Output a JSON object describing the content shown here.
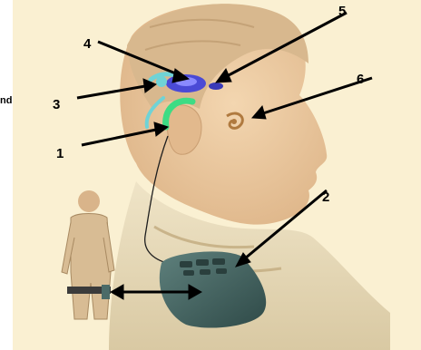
{
  "figure": {
    "edge_text": "nd",
    "callouts": [
      {
        "number": "1",
        "part": "microphone-headpiece"
      },
      {
        "number": "2",
        "part": "speech-processor"
      },
      {
        "number": "3",
        "part": "cable"
      },
      {
        "number": "4",
        "part": "transmitter-coil"
      },
      {
        "number": "5",
        "part": "implant-receiver"
      },
      {
        "number": "6",
        "part": "cochlea-electrode"
      }
    ]
  },
  "colors": {
    "background": "#ffffff",
    "backdrop": "#faf0d2",
    "skin": "#ecc9a0",
    "hair": "#d8b88e",
    "sweater": "#e6d9b9",
    "device": "#4c6b68",
    "device_dark": "#2f4a48",
    "coil": "#4a4ad6",
    "mic_green": "#3ddc84",
    "cable_cyan": "#6fd3d6",
    "arrow": "#000000"
  }
}
